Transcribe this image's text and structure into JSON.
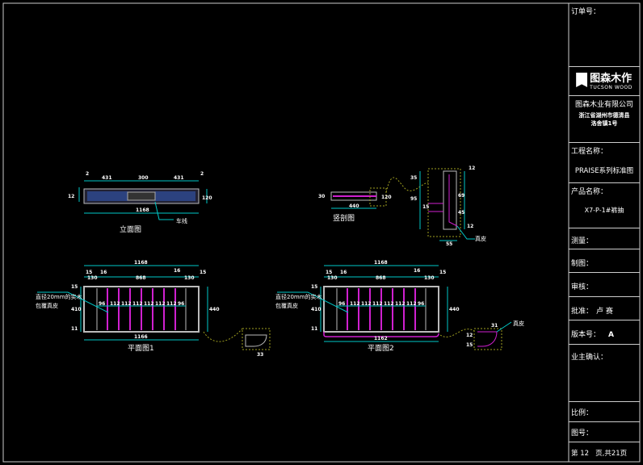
{
  "title_block": {
    "order_no_label": "订单号：",
    "logo_cn": "图森木作",
    "logo_en": "TUCSON WOOD",
    "company": "图森木业有限公司",
    "address_line1": "浙江省湖州市德清县",
    "address_line2": "洛舍镇1号",
    "project_label": "工程名称：",
    "project_value": "PRAISE系列标准图",
    "product_label": "产品名称：",
    "product_value": "X7-P-1#裤抽",
    "survey_label": "测量：",
    "drawing_label": "制图：",
    "review_label": "审核：",
    "approve_label": "批准：",
    "approve_value": "卢   赛",
    "version_label": "版本号：",
    "version_value": "A",
    "owner_label": "业主确认：",
    "scale_label": "比例：",
    "drawing_no_label": "图号：",
    "page_text": "第 12   页,共21页"
  },
  "drawing": {
    "elevation": {
      "title": "立面图",
      "note": "车线",
      "dims": [
        "2",
        "431",
        "300",
        "431",
        "2",
        "1168",
        "12",
        "120"
      ]
    },
    "section": {
      "title": "竖剖图",
      "note": "真皮",
      "dims": [
        "440",
        "30",
        "120",
        "12",
        "35",
        "15",
        "95",
        "69",
        "45",
        "12",
        "55"
      ]
    },
    "plan1": {
      "title": "平面图1",
      "note_line1": "直径20mm的实木",
      "note_line2": "包覆真皮",
      "dims": [
        "1168",
        "15",
        "16",
        "130",
        "868",
        "16",
        "130",
        "15",
        "15",
        "410",
        "11",
        "440",
        "1166",
        "96",
        "112",
        "112",
        "112",
        "112",
        "112",
        "112",
        "96",
        "33"
      ]
    },
    "plan2": {
      "title": "平面图2",
      "note_line1": "直径20mm的实木",
      "note_line2": "包覆真皮",
      "note": "真皮",
      "dims": [
        "1168",
        "15",
        "16",
        "130",
        "868",
        "16",
        "130",
        "15",
        "15",
        "410",
        "11",
        "440",
        "1162",
        "96",
        "112",
        "112",
        "112",
        "112",
        "112",
        "112",
        "96",
        "31",
        "12",
        "15"
      ]
    }
  },
  "colors": {
    "dim": "#00c8c8",
    "frame": "#cccccc",
    "rod": "#d020d0",
    "fabric": "#3050a0",
    "hidden": "#a0a020"
  }
}
